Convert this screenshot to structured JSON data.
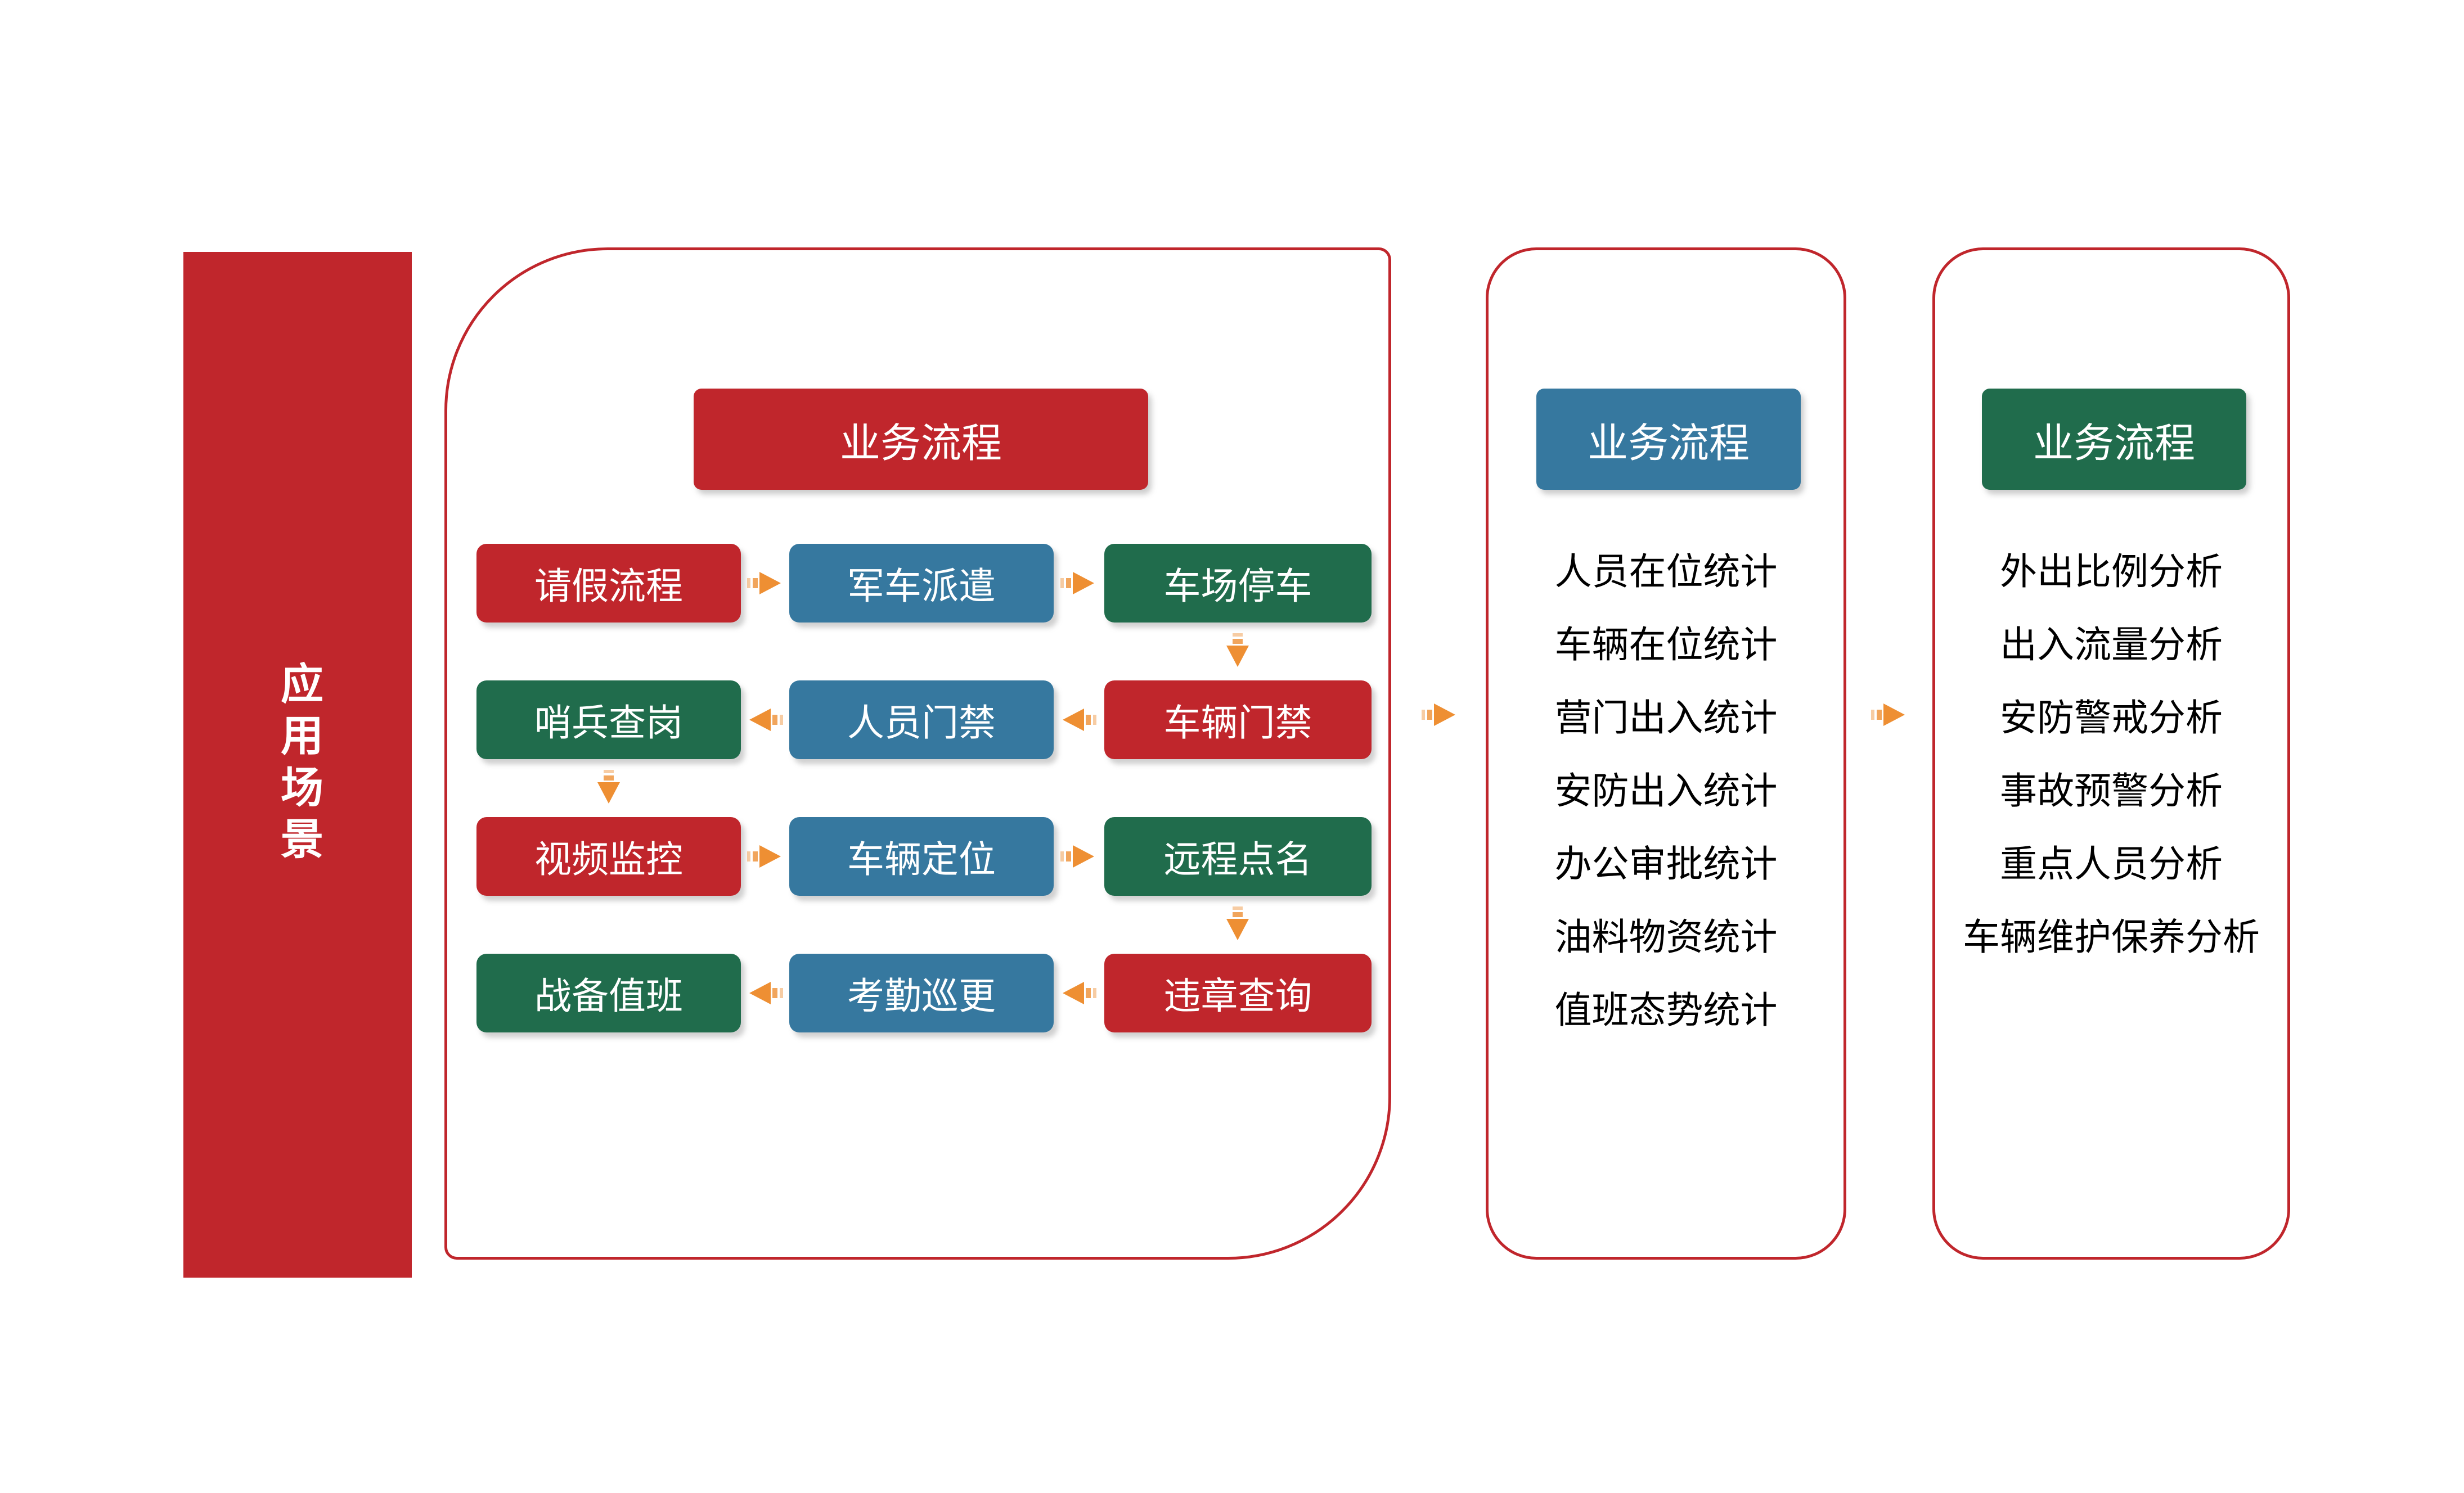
{
  "colors": {
    "red": "#C0262C",
    "blue": "#36789F",
    "green": "#206C4C",
    "orange_arrow": "#EE8F33",
    "panel_border": "#C0262C",
    "list_text": "#000000"
  },
  "left_bar": {
    "title": "应用场景"
  },
  "process_panel": {
    "header": "业务流程",
    "boxes": [
      {
        "label": "请假流程",
        "color": "red"
      },
      {
        "label": "军车派遣",
        "color": "blue"
      },
      {
        "label": "车场停车",
        "color": "green"
      },
      {
        "label": "哨兵查岗",
        "color": "green"
      },
      {
        "label": "人员门禁",
        "color": "blue"
      },
      {
        "label": "车辆门禁",
        "color": "red"
      },
      {
        "label": "视频监控",
        "color": "red"
      },
      {
        "label": "车辆定位",
        "color": "blue"
      },
      {
        "label": "远程点名",
        "color": "green"
      },
      {
        "label": "战备值班",
        "color": "green"
      },
      {
        "label": "考勤巡更",
        "color": "blue"
      },
      {
        "label": "违章查询",
        "color": "red"
      }
    ]
  },
  "stats_panel": {
    "header": "业务流程",
    "items": [
      "人员在位统计",
      "车辆在位统计",
      "营门出入统计",
      "安防出入统计",
      "办公审批统计",
      "油料物资统计",
      "值班态势统计"
    ]
  },
  "analysis_panel": {
    "header": "业务流程",
    "items": [
      "外出比例分析",
      "出入流量分析",
      "安防警戒分析",
      "事故预警分析",
      "重点人员分析",
      "车辆维护保养分析"
    ]
  }
}
